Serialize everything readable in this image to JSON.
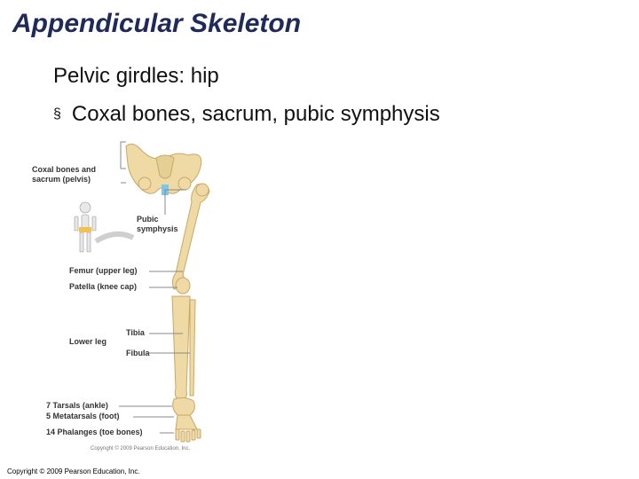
{
  "slide": {
    "title": "Appendicular Skeleton",
    "line1": "Pelvic girdles: hip",
    "bullet_symbol": "§",
    "bullet": "Coxal bones, sacrum, pubic symphysis"
  },
  "figure": {
    "labels": {
      "coxal_line1": "Coxal bones and",
      "coxal_line2": "sacrum (pelvis)",
      "pubic_line1": "Pubic",
      "pubic_line2": "symphysis",
      "femur": "Femur (upper leg)",
      "patella": "Patella (knee cap)",
      "lower_leg": "Lower leg",
      "tibia": "Tibia",
      "fibula": "Fibula",
      "tarsals": "7 Tarsals (ankle)",
      "metatarsals": "5 Metatarsals (foot)",
      "phalanges": "14 Phalanges (toe bones)"
    },
    "credit": "Copyright © 2009 Pearson Education, Inc.",
    "bone_color": "#efd9a4",
    "highlight_color": "#7ec6e6"
  },
  "footer": {
    "copyright": "Copyright © 2009 Pearson Education, Inc."
  }
}
